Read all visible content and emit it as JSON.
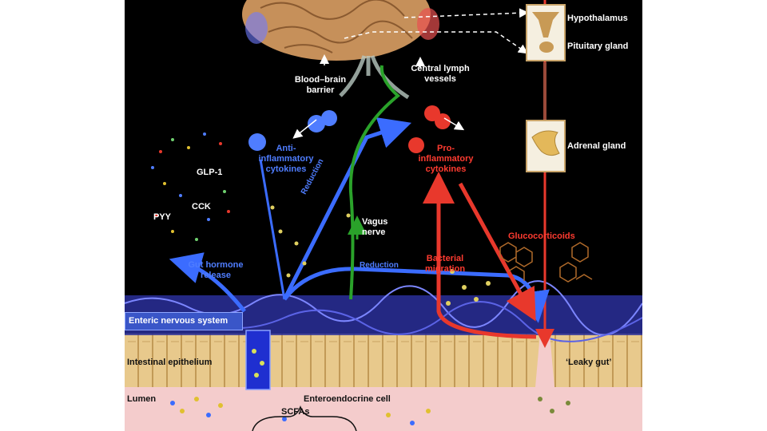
{
  "labels": {
    "hypothalamus": "Hypothalamus",
    "pituitary": "Pituitary gland",
    "adrenal": "Adrenal gland",
    "bbb_line1": "Blood–brain",
    "bbb_line2": "barrier",
    "lymph_line1": "Central lymph",
    "lymph_line2": "vessels",
    "anti_line1": "Anti-",
    "anti_line2": "inflammatory",
    "anti_line3": "cytokines",
    "pro_line1": "Pro-",
    "pro_line2": "inflammatory",
    "pro_line3": "cytokines",
    "glp1": "GLP-1",
    "cck": "CCK",
    "pyy": "PYY",
    "gut_hormone_line1": "Gut hormone",
    "gut_hormone_line2": "release",
    "reduction_diag": "Reduction",
    "reduction_horiz": "Reduction",
    "vagus_line1": "Vagus",
    "vagus_line2": "nerve",
    "bacterial_line1": "Bacterial",
    "bacterial_line2": "migration",
    "glucocorticoids": "Glucocorticoids",
    "ens": "Enteric nervous system",
    "epithelium": "Intestinal epithelium",
    "leaky_gut": "‘Leaky gut’",
    "lumen": "Lumen",
    "enteroendocrine": "Enteroendocrine cell",
    "scfas": "SCFAs"
  },
  "colors": {
    "blue_arrow": "#3b6cff",
    "red_arrow": "#e8382c",
    "vagus": "#2aa22a",
    "epithelium": "#e8c98c",
    "lumen": "#f4cccc",
    "ens_band": "#2a2f9a"
  }
}
